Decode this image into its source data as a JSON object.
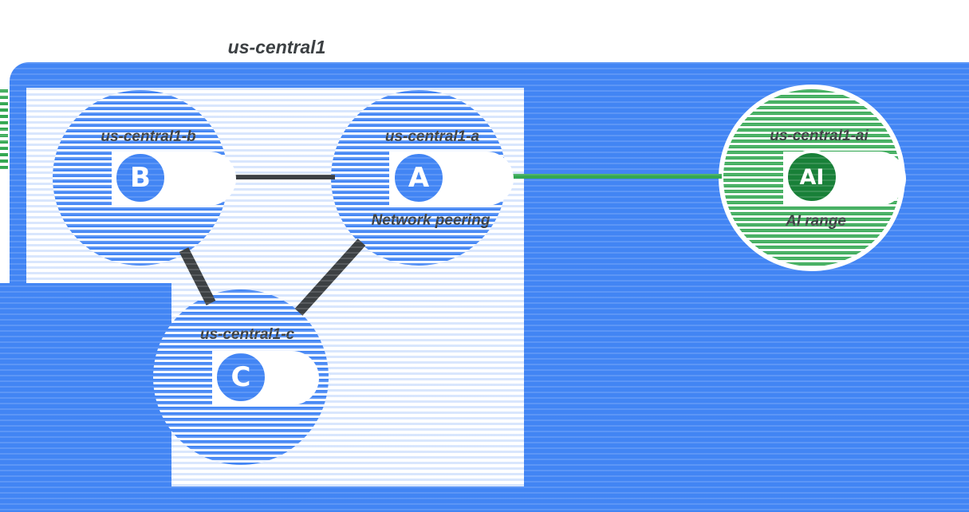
{
  "diagram": {
    "region_label": "us-central1",
    "zones": [
      {
        "key": "b",
        "name_label": "us-central1-b",
        "letter": "B"
      },
      {
        "key": "a",
        "name_label": "us-central1-a",
        "letter": "A",
        "connection_label": "Network peering"
      },
      {
        "key": "c",
        "name_label": "us-central1-c",
        "letter": "C"
      },
      {
        "key": "ai",
        "name_label": "us-central1-ai",
        "letter": "AI",
        "connection_label": "AI range"
      }
    ],
    "connectors": [
      {
        "from": "b",
        "to": "a",
        "style": "solid",
        "color": "#3c4043"
      },
      {
        "from": "a",
        "to": "ai",
        "style": "solid",
        "color": "#34a853"
      },
      {
        "from": "b",
        "to": "c",
        "style": "solid",
        "color": "#3c4043"
      },
      {
        "from": "a",
        "to": "c",
        "style": "solid",
        "color": "#3c4043"
      }
    ],
    "colors": {
      "network_blue": "#4285f4",
      "service_green": "#34a853",
      "service_green_dark": "#188038",
      "label_dark": "#3c4043",
      "background": "#ffffff"
    }
  }
}
